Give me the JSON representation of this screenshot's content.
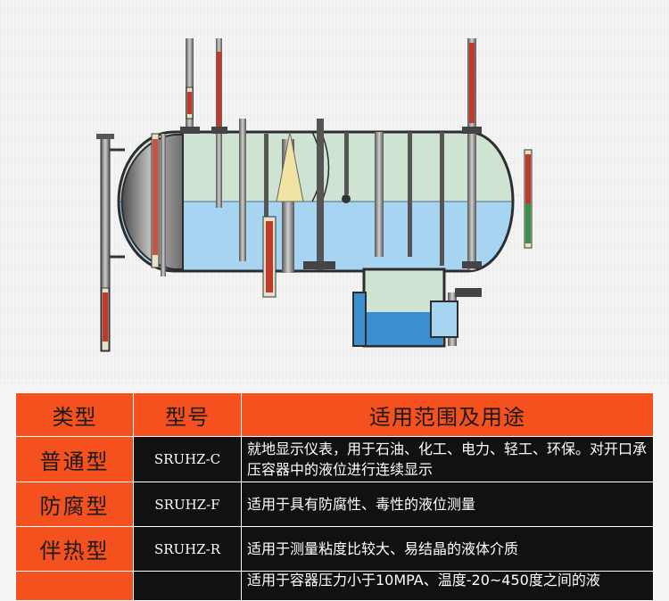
{
  "table": {
    "headers": [
      "类型",
      "型号",
      "适用范围及用途"
    ],
    "rows": [
      {
        "type": "普通型",
        "model": "SRUHZ-C",
        "desc": "就地显示仪表，用于石油、化工、电力、轻工、环保。对开口承压容器中的液位进行连续显示"
      },
      {
        "type": "防腐型",
        "model": "SRUHZ-F",
        "desc": "适用于具有防腐性、毒性的液位测量"
      },
      {
        "type": "伴热型",
        "model": "SRUHZ-R",
        "desc": "适用于测量粘度比较大、易结晶的液体介质"
      },
      {
        "type": "",
        "model": "",
        "desc": "适用于容器压力小于10MPA、温度-20~450度之间的液"
      }
    ]
  },
  "colors": {
    "header_bg": "#f4511e",
    "cell_dark": "#111111",
    "liquid": "#a7d4f0",
    "vapor": "#cfe3d2",
    "scale_red": "#c0392b"
  }
}
